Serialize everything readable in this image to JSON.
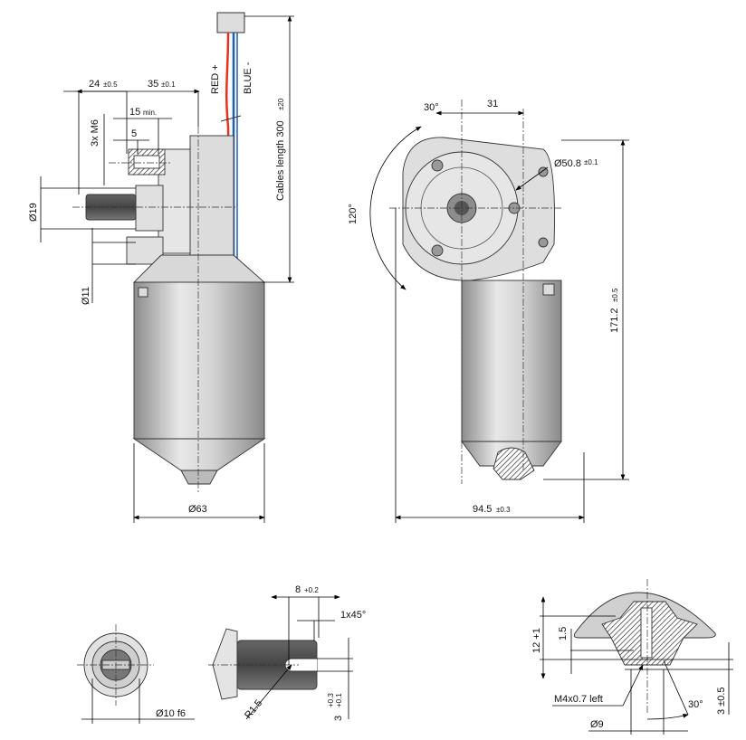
{
  "side_view": {
    "dim_24": "24",
    "dim_24_tol": "±0.5",
    "dim_35": "35",
    "dim_35_tol": "±0.1",
    "dim_15": "15",
    "dim_15_tol": "min.",
    "dim_5": "5",
    "thread": "3x M6",
    "dia_19": "Ø19",
    "dia_11": "Ø11",
    "dia_63": "Ø63",
    "red_wire": "RED +",
    "blue_wire": "BLUE -",
    "cable_length": "Cables length  300",
    "cable_length_tol": "±20"
  },
  "front_view": {
    "angle_30": "30°",
    "dim_31": "31",
    "dia_50_8": "Ø50.8",
    "dia_50_8_tol": "±0.1",
    "angle_120": "120°",
    "height": "171.2",
    "height_tol": "±0.5",
    "width": "94.5",
    "width_tol": "±0.3"
  },
  "shaft_detail": {
    "dia_10": "Ø10 f6",
    "dim_8": "8",
    "dim_8_tol": "+0.2",
    "chamfer": "1x45°",
    "radius": "R1.5",
    "slot": "3",
    "slot_tol_upper": "+0.3",
    "slot_tol_lower": "+0.1"
  },
  "cap_detail": {
    "dim_12": "12 +1",
    "dim_1_5": "1.5",
    "thread": "M4x0.7 left",
    "angle": "30°",
    "dia_9": "Ø9",
    "dim_3": "3 ±0.5"
  },
  "colors": {
    "red_wire": "#e8321e",
    "blue_wire": "#1f5fb0",
    "metal": "#c9c9c9"
  }
}
